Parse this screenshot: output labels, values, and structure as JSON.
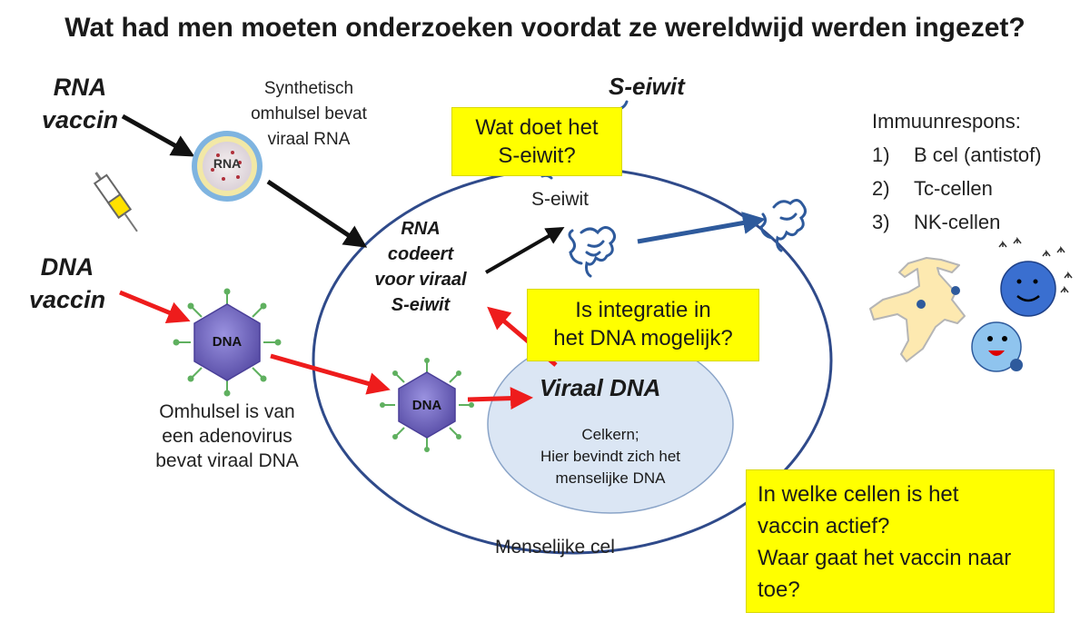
{
  "title": "Wat had men moeten onderzoeken voordat ze wereldwijd werden ingezet?",
  "rna_vaccine": {
    "line1": "RNA",
    "line2": "vaccin"
  },
  "dna_vaccine": {
    "line1": "DNA",
    "line2": "vaccin"
  },
  "synthetic_shell": {
    "line1": "Synthetisch",
    "line2": "omhulsel bevat",
    "line3": "viraal RNA"
  },
  "rna_particle_label": "RNA",
  "dna_particle_label": "DNA",
  "adenovirus_shell": {
    "line1": "Omhulsel is van",
    "line2": "een adenovirus",
    "line3": "bevat viraal DNA"
  },
  "s_protein_top": "S-eiwit",
  "s_protein_inner": "S-eiwit",
  "rna_codes": {
    "line1": "RNA",
    "line2": "codeert",
    "line3": "voor viraal",
    "line4": "S-eiwit"
  },
  "viral_dna": "Viraal DNA",
  "nucleus": {
    "line1": "Celkern;",
    "line2": "Hier bevindt zich het",
    "line3": "menselijke DNA"
  },
  "human_cell": "Menselijke cel",
  "question_s_protein": {
    "line1": "Wat doet het",
    "line2": "S-eiwit?"
  },
  "question_integration": {
    "line1": "Is integratie in",
    "line2": "het DNA mogelijk?"
  },
  "question_cells": {
    "line1": "In welke cellen is het",
    "line2": "vaccin actief?",
    "line3": "Waar gaat het vaccin naar",
    "line4": "toe?"
  },
  "immune_response": {
    "heading": "Immuunrespons:",
    "items": [
      {
        "num": "1)",
        "label": "B cel (antistof)"
      },
      {
        "num": "2)",
        "label": "Tc-cellen"
      },
      {
        "num": "3)",
        "label": "NK-cellen"
      }
    ]
  },
  "colors": {
    "cell_outline": "#2f4a8a",
    "nucleus_fill": "#dbe6f4",
    "red_arrow": "#ee1c1c",
    "blue_arrow": "#2e5a9c",
    "question_box": "#ffff00",
    "protein": "#2e5a9c",
    "virus": "#6c64b4",
    "spikes": "#5fb05f"
  },
  "icons": [
    "syringe-icon",
    "lipid-nanoparticle-icon",
    "adenovirus-icon",
    "spike-protein-icon",
    "dendritic-cell-icon",
    "b-cell-icon",
    "killer-cell-icon"
  ]
}
